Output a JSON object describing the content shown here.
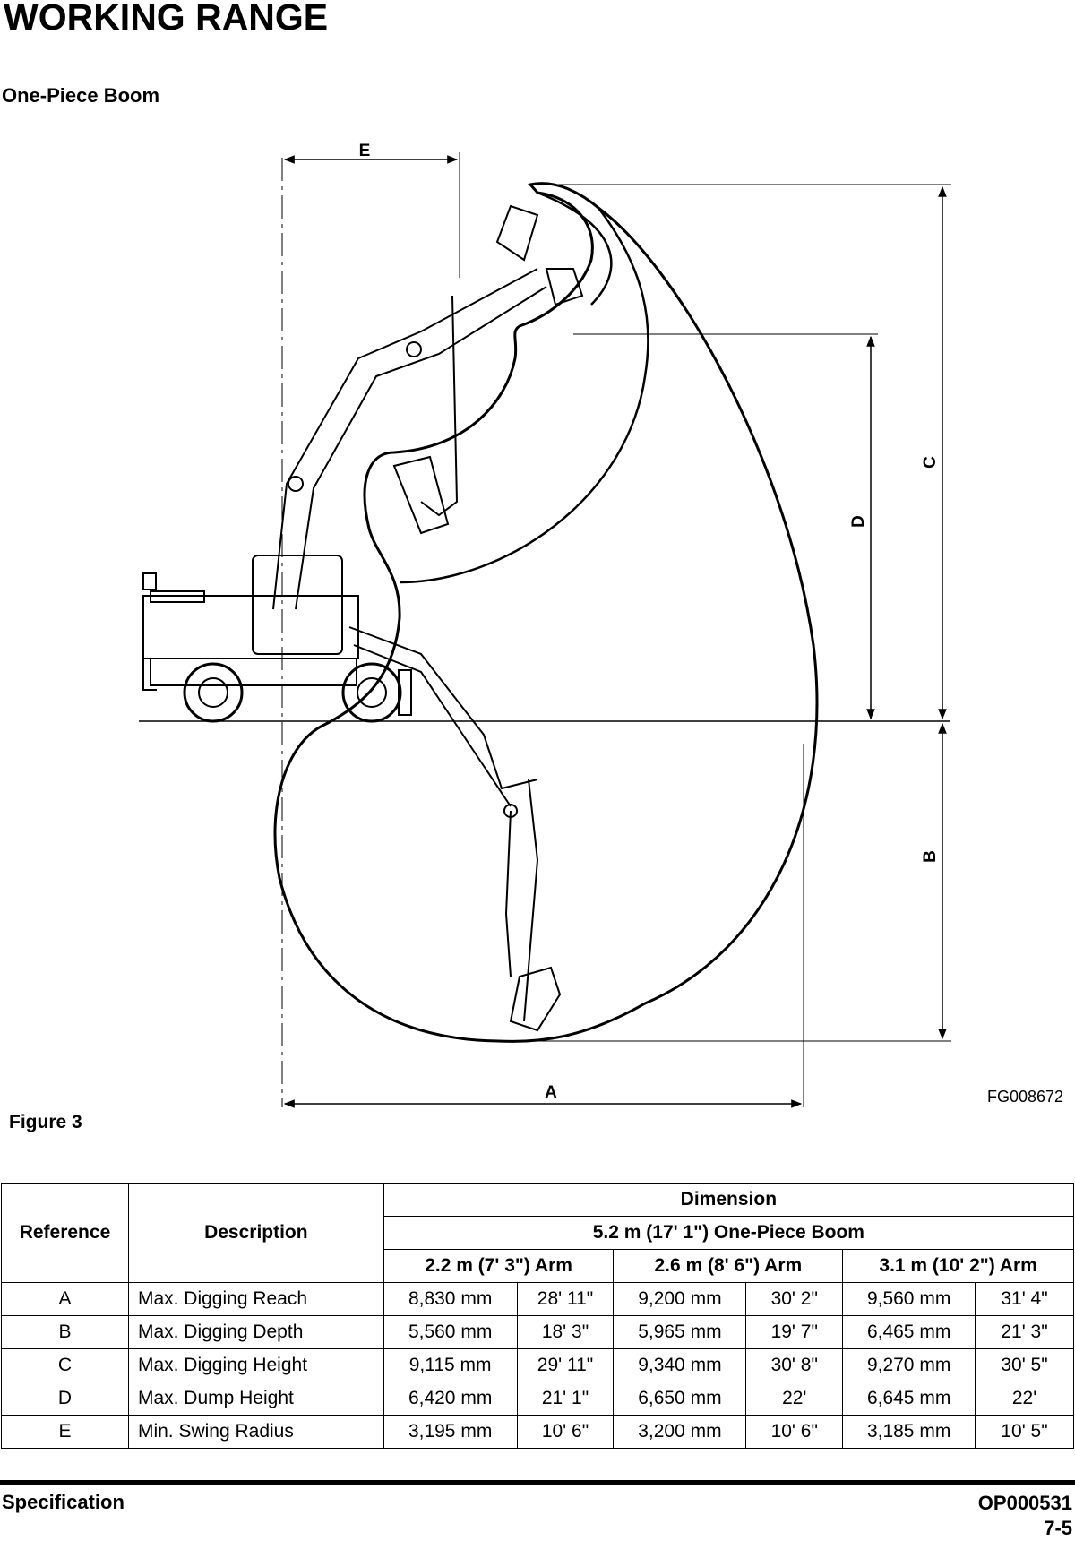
{
  "page": {
    "title": "WORKING RANGE",
    "subtitle": "One-Piece Boom",
    "figure_id": "FG008672",
    "figure_caption": "Figure 3"
  },
  "diagram": {
    "labels": {
      "a": "A",
      "b": "B",
      "c": "C",
      "d": "D",
      "e": "E"
    }
  },
  "table": {
    "header": {
      "reference": "Reference",
      "description": "Description",
      "dimension": "Dimension",
      "boom": "5.2 m (17' 1\") One-Piece Boom",
      "arms": [
        "2.2 m (7' 3\") Arm",
        "2.6 m (8' 6\") Arm",
        "3.1 m (10' 2\") Arm"
      ]
    },
    "rows": [
      {
        "ref": "A",
        "desc": "Max. Digging Reach",
        "v": [
          "8,830 mm",
          "28' 11\"",
          "9,200 mm",
          "30' 2\"",
          "9,560 mm",
          "31' 4\""
        ]
      },
      {
        "ref": "B",
        "desc": "Max. Digging Depth",
        "v": [
          "5,560 mm",
          "18' 3\"",
          "5,965 mm",
          "19' 7\"",
          "6,465 mm",
          "21' 3\""
        ]
      },
      {
        "ref": "C",
        "desc": "Max. Digging Height",
        "v": [
          "9,115 mm",
          "29' 11\"",
          "9,340 mm",
          "30' 8\"",
          "9,270 mm",
          "30' 5\""
        ]
      },
      {
        "ref": "D",
        "desc": "Max. Dump Height",
        "v": [
          "6,420 mm",
          "21' 1\"",
          "6,650 mm",
          "22'",
          "6,645 mm",
          "22'"
        ]
      },
      {
        "ref": "E",
        "desc": "Min. Swing Radius",
        "v": [
          "3,195 mm",
          "10' 6\"",
          "3,200 mm",
          "10' 6\"",
          "3,185 mm",
          "10' 5\""
        ]
      }
    ]
  },
  "footer": {
    "section": "Specification",
    "doc_number": "OP000531",
    "page_number": "7-5"
  }
}
